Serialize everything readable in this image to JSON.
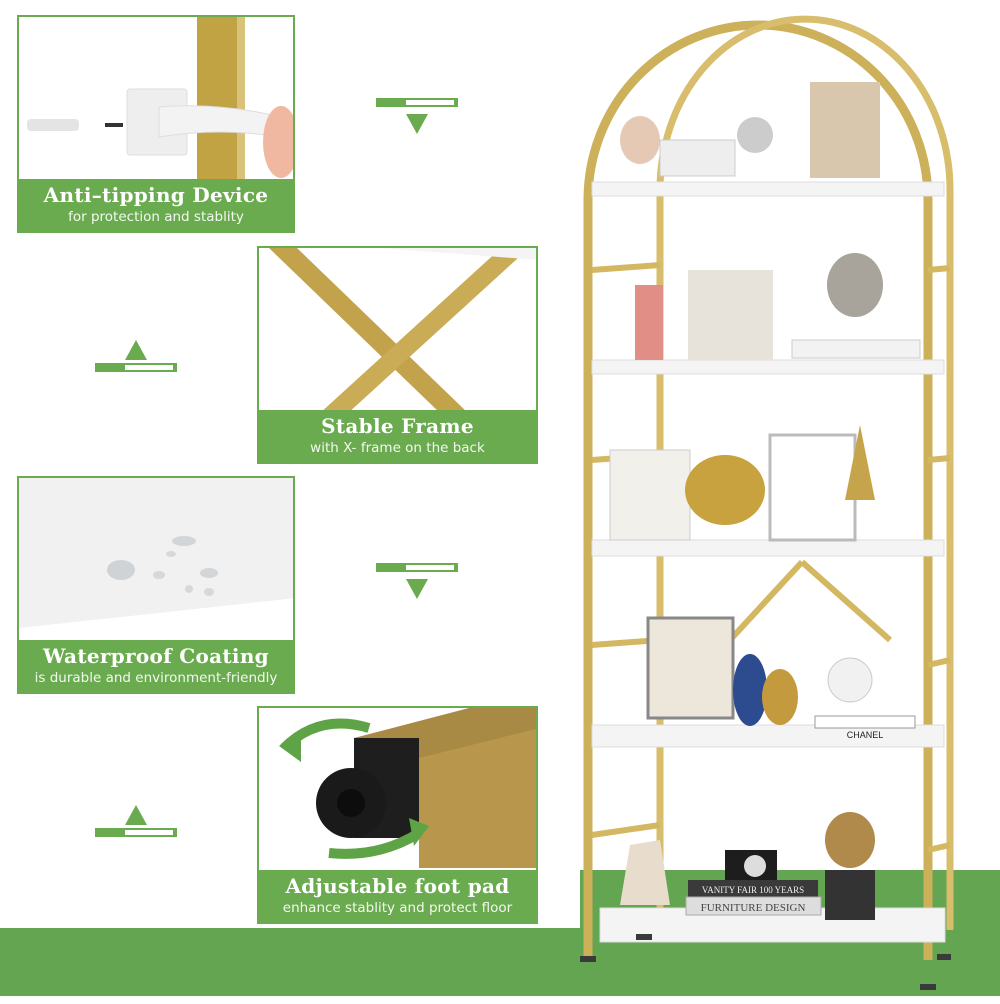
{
  "features": [
    {
      "title": "Anti–tipping Device",
      "subtitle": "for protection and stablity"
    },
    {
      "title": "Stable Frame",
      "subtitle": "with X- frame on the back"
    },
    {
      "title": "Waterproof Coating",
      "subtitle": "is durable and environment-friendly"
    },
    {
      "title": "Adjustable foot pad",
      "subtitle": "enhance stablity and protect floor"
    }
  ],
  "shelf_props": {
    "book_1": "VANITY FAIR 100 YEARS",
    "book_2": "FURNITURE DESIGN",
    "box_label": "CHANEL"
  },
  "colors": {
    "accent_green": "#6bab4f",
    "gold": "#c9a94a",
    "floor_green": "#64a551"
  }
}
